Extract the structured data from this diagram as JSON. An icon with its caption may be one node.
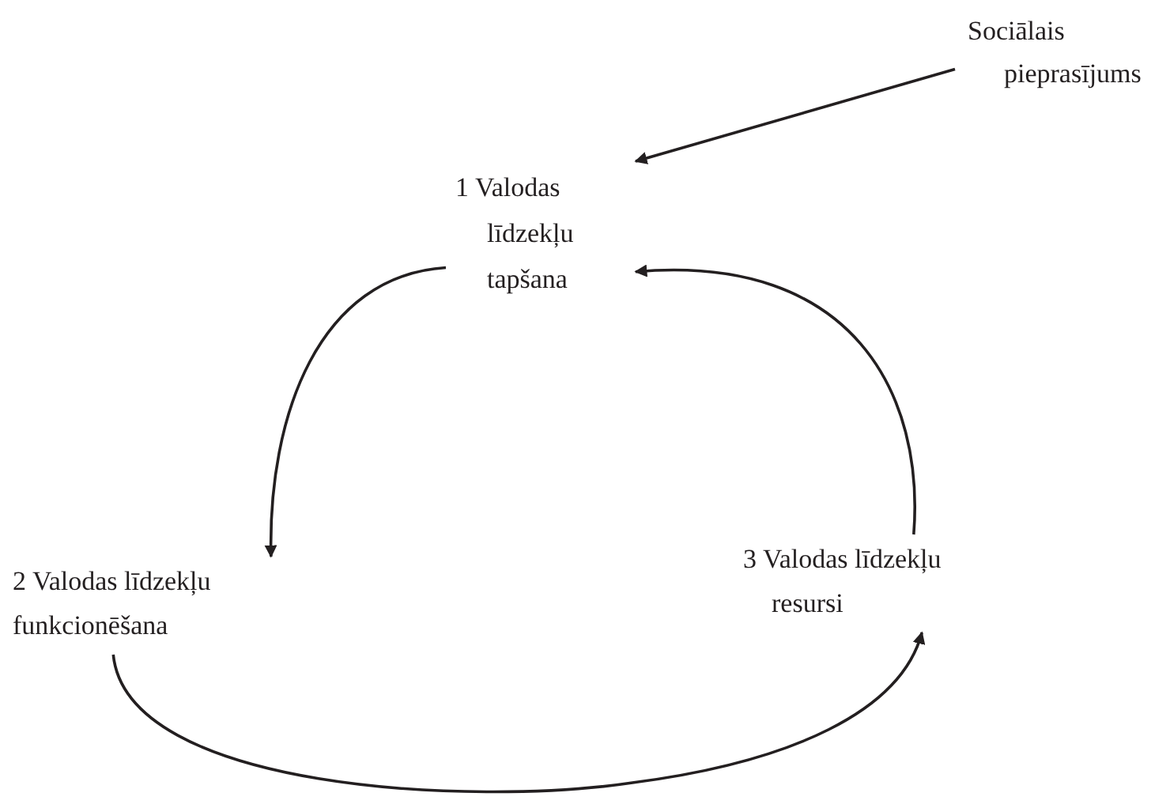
{
  "diagram": {
    "nodes": [
      {
        "text": [
          "Sociālais pieprasījums"
        ]
      },
      {
        "text": [
          "1 Valodas līdzekļu tapšana"
        ]
      },
      {
        "text": [
          "2 Valodas līdzekļu funkcionēšana"
        ]
      },
      {
        "text": [
          "3 Valodas līdzekļu resursi"
        ]
      }
    ],
    "edges": [
      {
        "from": 0,
        "to": 1,
        "arrow": "to"
      },
      {
        "from": 1,
        "to": 2,
        "arrow": "to"
      },
      {
        "from": 2,
        "to": 3,
        "arrow": "to"
      },
      {
        "from": 3,
        "to": 1,
        "arrow": "to"
      }
    ]
  }
}
